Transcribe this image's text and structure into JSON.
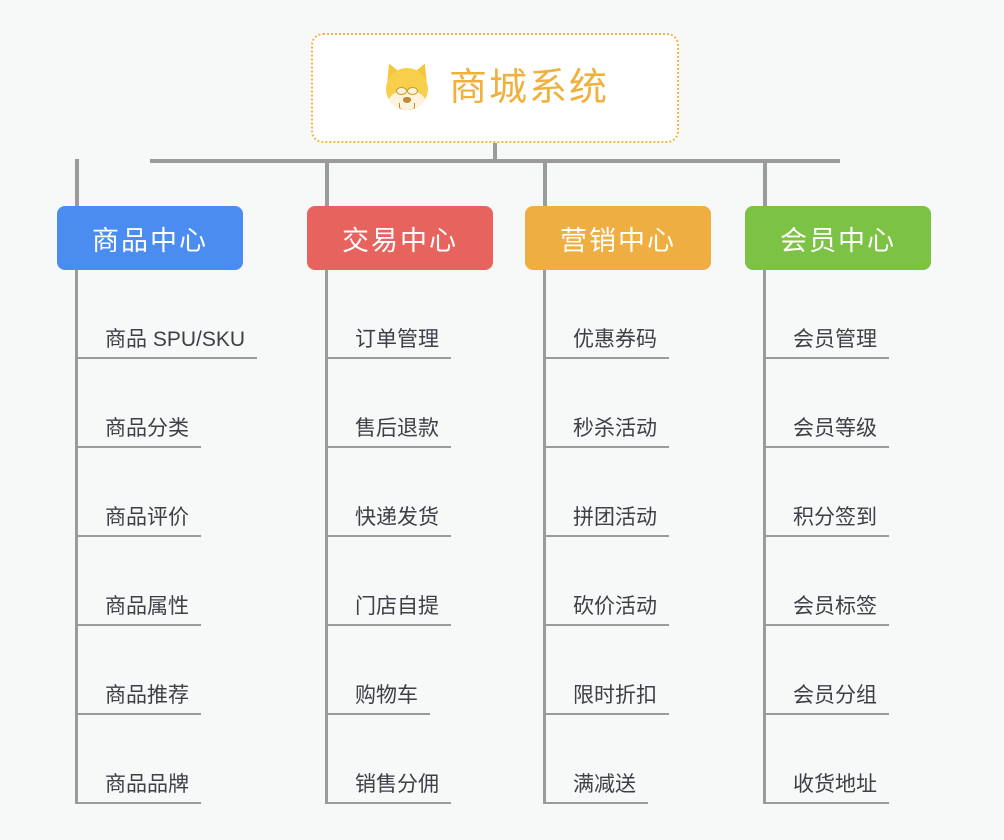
{
  "page": {
    "background_color": "#f7f8f8",
    "connector_color": "#9b9b9b"
  },
  "root": {
    "title": "商城系统",
    "icon": "shiba-inu-dog-face-icon",
    "text_color": "#f0b03c",
    "border_color": "#f3b53f",
    "background_color": "#ffffff"
  },
  "columns": [
    {
      "header": "商品中心",
      "color": "#4a8cf0",
      "items": [
        "商品 SPU/SKU",
        "商品分类",
        "商品评价",
        "商品属性",
        "商品推荐",
        "商品品牌"
      ]
    },
    {
      "header": "交易中心",
      "color": "#e7635e",
      "items": [
        "订单管理",
        "售后退款",
        "快递发货",
        "门店自提",
        "购物车",
        "销售分佣"
      ]
    },
    {
      "header": "营销中心",
      "color": "#eeae41",
      "items": [
        "优惠券码",
        "秒杀活动",
        "拼团活动",
        "砍价活动",
        "限时折扣",
        "满减送"
      ]
    },
    {
      "header": "会员中心",
      "color": "#7cc244",
      "items": [
        "会员管理",
        "会员等级",
        "积分签到",
        "会员标签",
        "会员分组",
        "收货地址"
      ]
    }
  ]
}
